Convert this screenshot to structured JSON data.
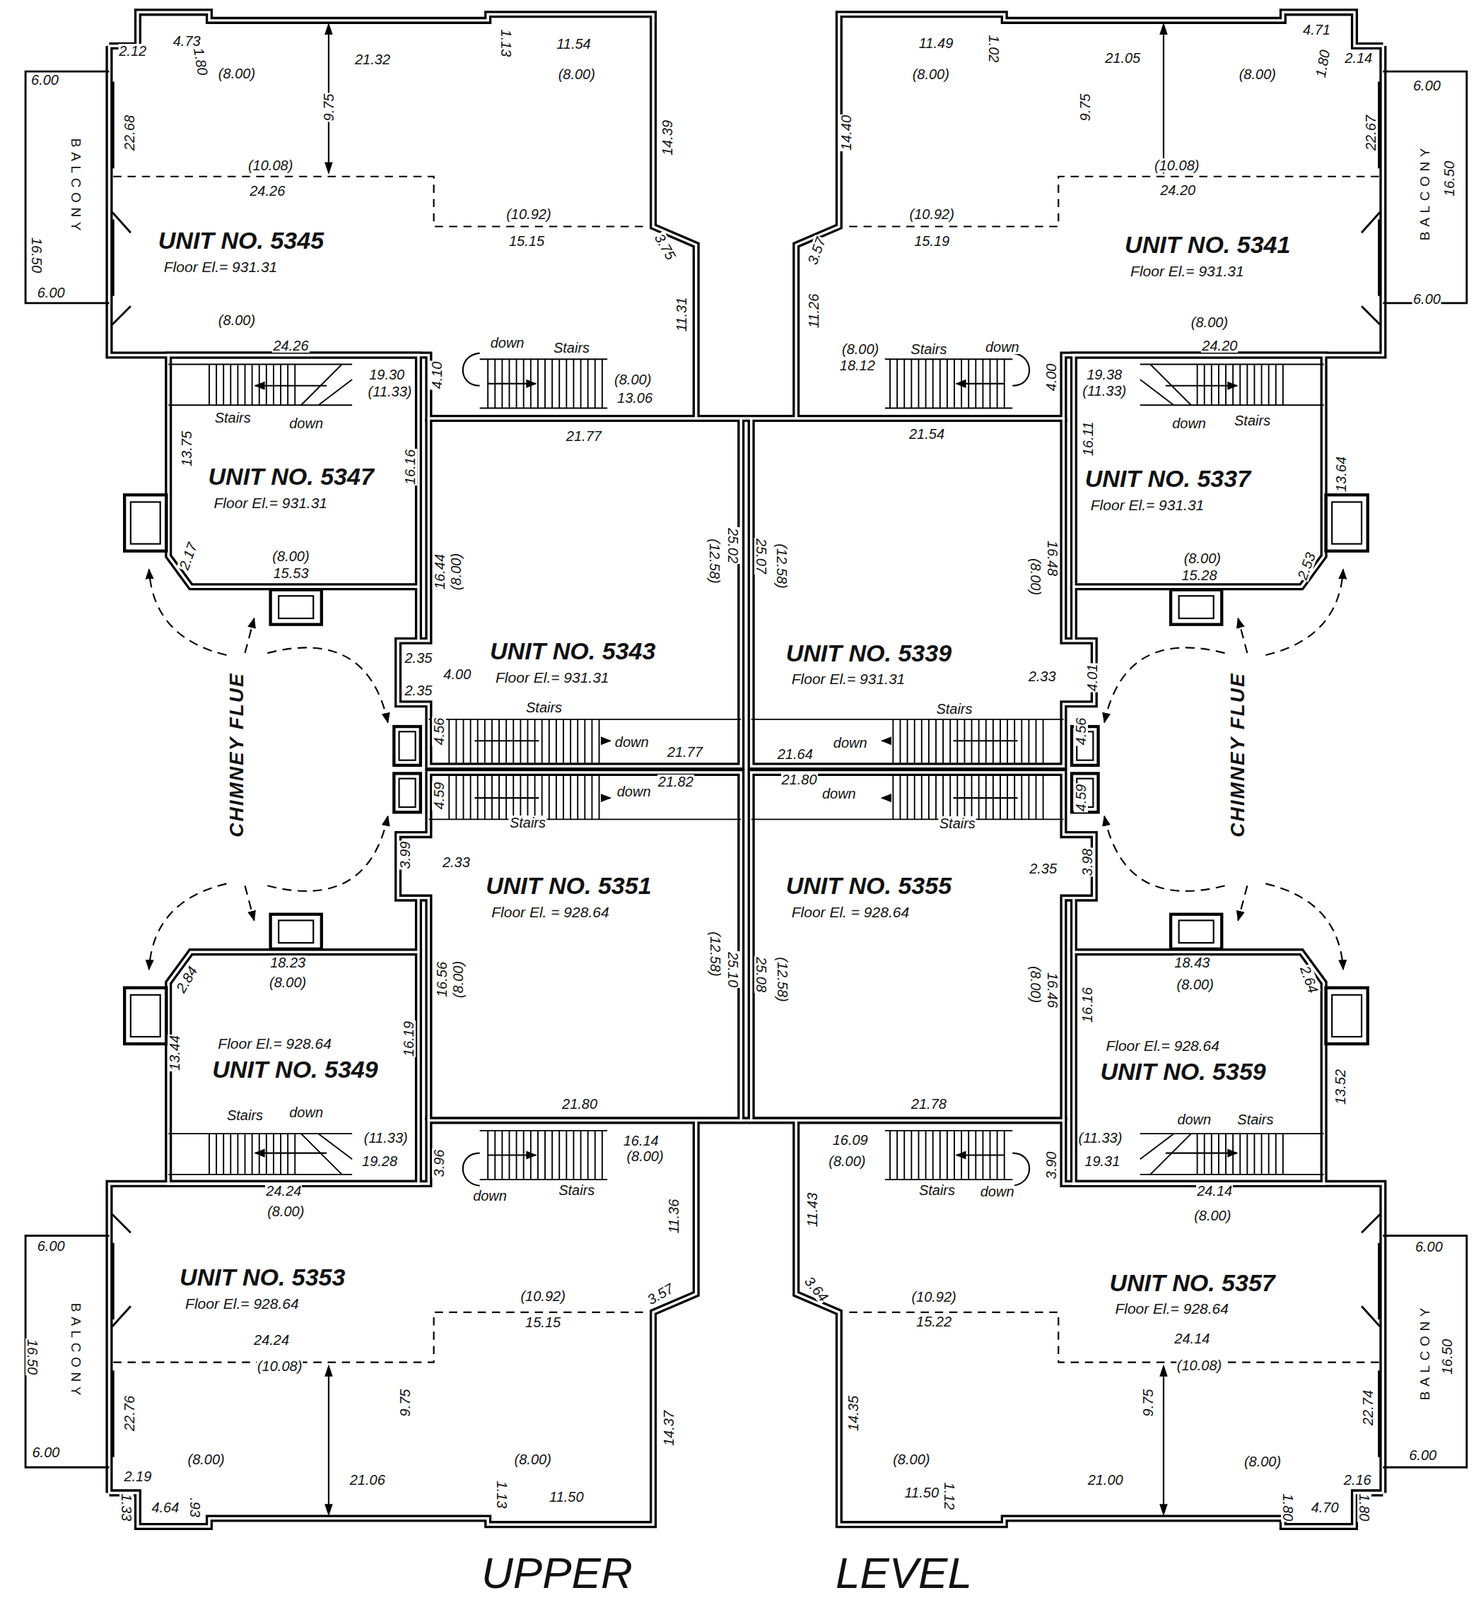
{
  "diagram": {
    "title": "UPPER LEVEL",
    "nodes": [
      {
        "text": [
          "UNIT NO. 5345",
          "Floor El.= 931.31"
        ]
      },
      {
        "text": [
          "BALCONY"
        ]
      },
      {
        "text": [
          "UNIT NO. 5341",
          "Floor El.= 931.31"
        ]
      },
      {
        "text": [
          "BALCONY"
        ]
      },
      {
        "text": [
          "UNIT NO. 5347",
          "Floor El.= 931.31"
        ]
      },
      {
        "text": [
          "UNIT NO. 5337",
          "Floor El.= 931.31"
        ]
      },
      {
        "text": [
          "UNIT NO. 5343",
          "Floor El.= 931.31"
        ]
      },
      {
        "text": [
          "UNIT NO. 5339",
          "Floor El.= 931.31"
        ]
      },
      {
        "text": [
          "UNIT NO. 5351",
          "Floor El. = 928.64"
        ]
      },
      {
        "text": [
          "UNIT NO. 5355",
          "Floor El. = 928.64"
        ]
      },
      {
        "text": [
          "Floor El.= 928.64",
          "UNIT NO. 5349"
        ]
      },
      {
        "text": [
          "Floor El.= 928.64",
          "UNIT NO. 5359"
        ]
      },
      {
        "text": [
          "UNIT NO. 5353",
          "Floor El.= 928.64"
        ]
      },
      {
        "text": [
          "BALCONY"
        ]
      },
      {
        "text": [
          "UNIT NO. 5357",
          "Floor El.= 928.64"
        ]
      },
      {
        "text": [
          "BALCONY"
        ]
      }
    ],
    "labels": [
      "4.73",
      "2.12",
      "1.80",
      "(8.00)",
      "21.32",
      "1.13",
      "11.54",
      "(8.00)",
      "9.75",
      "6.00",
      "22.68",
      "14.39",
      "(10.08)",
      "24.26",
      "16.50",
      "(10.92)",
      "15.15",
      "3.75",
      "6.00",
      "11.31",
      "(8.00)",
      "24.26",
      "down",
      "Stairs",
      "4.10",
      "(8.00)",
      "13.06",
      "11.49",
      "1.02",
      "4.71",
      "21.05",
      "2.14",
      "1.80",
      "(8.00)",
      "(8.00)",
      "6.00",
      "9.75",
      "14.40",
      "22.67",
      "16.50",
      "(10.08)",
      "24.20",
      "(10.92)",
      "15.19",
      "3.57",
      "6.00",
      "11.26",
      "(8.00)",
      "24.20",
      "Stairs",
      "down",
      "(8.00)",
      "18.12",
      "4.00",
      "19.30",
      "(11.33)",
      "Stairs",
      "down",
      "13.75",
      "16.16",
      "(8.00)",
      "2.17",
      "15.53",
      "19.38",
      "(11.33)",
      "down",
      "Stairs",
      "16.11",
      "13.64",
      "(8.00)",
      "2.53",
      "15.28",
      "21.77",
      "16.44",
      "(8.00)",
      "(12.58)",
      "25.02",
      "2.35",
      "4.00",
      "2.35",
      "Stairs",
      "4.56",
      "down",
      "21.77",
      "21.54",
      "25.07",
      "(12.58)",
      "(8.00)",
      "16.48",
      "2.33",
      "4.01",
      "Stairs",
      "21.64",
      "down",
      "4.56",
      "21.82",
      "down",
      "4.59",
      "Stairs",
      "3.99",
      "2.33",
      "16.56",
      "(8.00)",
      "(12.58)",
      "25.10",
      "21.80",
      "21.80",
      "down",
      "4.59",
      "Stairs",
      "2.35",
      "3.98",
      "25.08",
      "(12.58)",
      "(8.00)",
      "16.46",
      "21.78",
      "18.23",
      "2.84",
      "(8.00)",
      "16.19",
      "13.44",
      "down",
      "Stairs",
      "(11.33)",
      "19.28",
      "18.43",
      "2.64",
      "(8.00)",
      "16.16",
      "13.52",
      "down",
      "Stairs",
      "(11.33)",
      "19.31",
      "16.14",
      "(8.00)",
      "3.96",
      "Stairs",
      "down",
      "24.24",
      "(8.00)",
      "11.36",
      "6.00",
      "3.57",
      "(10.92)",
      "15.15",
      "24.24",
      "16.50",
      "(10.08)",
      "9.75",
      "22.76",
      "14.37",
      "6.00",
      "(8.00)",
      "(8.00)",
      "2.19",
      "21.06",
      "1.13",
      "11.50",
      "1.33",
      "4.64",
      ".93",
      "16.09",
      "(8.00)",
      "3.90",
      "Stairs",
      "down",
      "24.14",
      "(8.00)",
      "11.43",
      "6.00",
      "3.64",
      "(10.92)",
      "15.22",
      "24.14",
      "16.50",
      "(10.08)",
      "9.75",
      "14.35",
      "22.74",
      "(8.00)",
      "(8.00)",
      "6.00",
      "21.00",
      "2.16",
      "11.50",
      "1.12",
      "1.80",
      "4.70",
      "1.80",
      "CHIMNEY FLUE",
      "CHIMNEY FLUE"
    ]
  }
}
